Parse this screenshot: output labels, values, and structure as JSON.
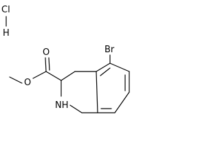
{
  "labels": {
    "hcl_cl": "Cl",
    "hcl_h": "H",
    "carbonyl_o": "O",
    "ester_o": "O",
    "bromine": "Br",
    "amine": "NH"
  }
}
